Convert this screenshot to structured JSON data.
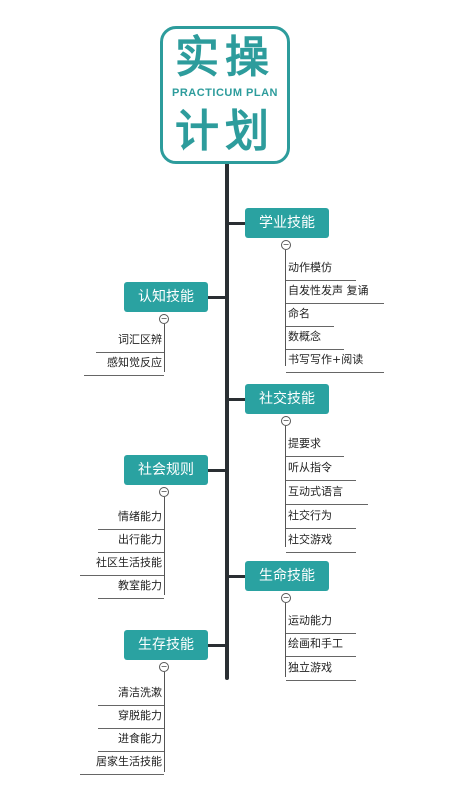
{
  "logo": {
    "line1": "实操",
    "english": "PRACTICUM PLAN",
    "line2": "计划"
  },
  "branches": {
    "academic": {
      "label": "学业技能",
      "items": [
        "动作模仿",
        "自发性发声 复诵",
        "命名",
        "数概念",
        "书写写作+阅读"
      ]
    },
    "cognition": {
      "label": "认知技能",
      "items": [
        "词汇区辨",
        "感知觉反应"
      ]
    },
    "social": {
      "label": "社交技能",
      "items": [
        "提要求",
        "听从指令",
        "互动式语言",
        "社交行为",
        "社交游戏"
      ]
    },
    "rules": {
      "label": "社会规则",
      "items": [
        "情绪能力",
        "出行能力",
        "社区生活技能",
        "教室能力"
      ]
    },
    "life": {
      "label": "生命技能",
      "items": [
        "运动能力",
        "绘画和手工",
        "独立游戏"
      ]
    },
    "survival": {
      "label": "生存技能",
      "items": [
        "清洁洗漱",
        "穿脱能力",
        "进食能力",
        "居家生活技能"
      ]
    }
  },
  "toggle_symbol": "−"
}
